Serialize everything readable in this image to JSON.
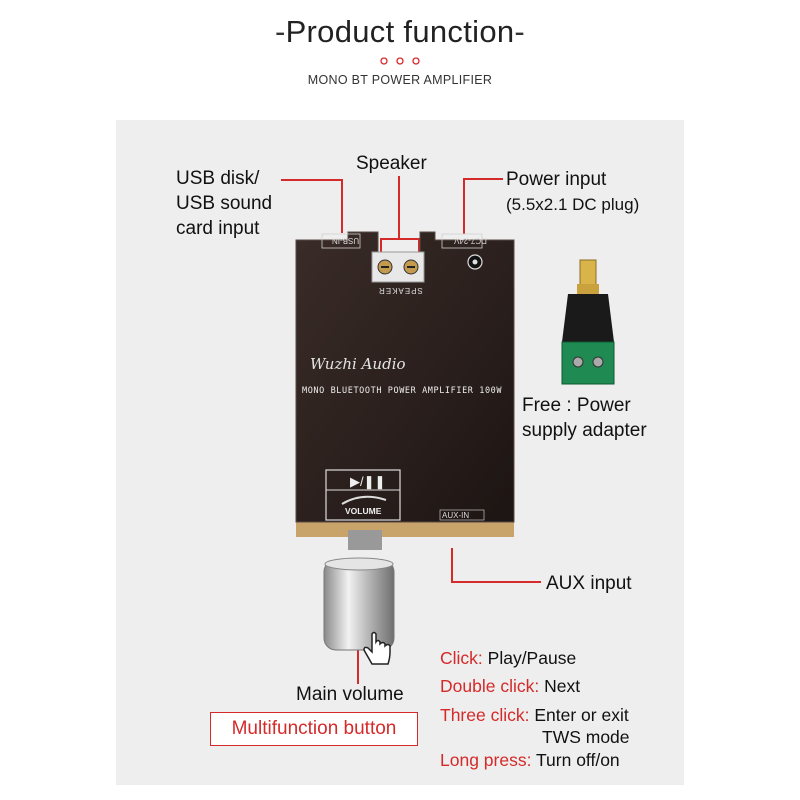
{
  "header": {
    "title": "Product function",
    "subtitle": "MONO BT POWER AMPLIFIER"
  },
  "labels": {
    "usb_line1": "USB disk/",
    "usb_line2": "USB sound",
    "usb_line3": "card input",
    "speaker": "Speaker",
    "power_line1": "Power input",
    "power_line2": "(5.5x2.1 DC plug)",
    "adapter_line1": "Free : Power",
    "adapter_line2": "supply adapter",
    "aux": "AUX input",
    "main_volume": "Main volume",
    "multifunction": "Multifunction button"
  },
  "board": {
    "brand": "Wuzhi Audio",
    "model": "MONO BLUETOOTH POWER AMPLIFIER 100W",
    "usb_tag": "USB-IN",
    "dc_tag": "DC7-24V",
    "speaker_tag": "SPEAKER",
    "aux_tag": "AUX-IN",
    "volume_tag": "VOLUME",
    "play_pause_glyph": "▶/❚❚"
  },
  "functions": [
    {
      "action": "Click:",
      "result": "Play/Pause"
    },
    {
      "action": "Double click:",
      "result": "Next"
    },
    {
      "action": "Three click:",
      "result": "Enter or exit"
    },
    {
      "action": "",
      "result": "TWS mode"
    },
    {
      "action": "Long press:",
      "result": "Turn off/on"
    }
  ],
  "colors": {
    "accent": "#d42a2a",
    "board": "#2a1f1c",
    "panel": "#eeeeee"
  }
}
